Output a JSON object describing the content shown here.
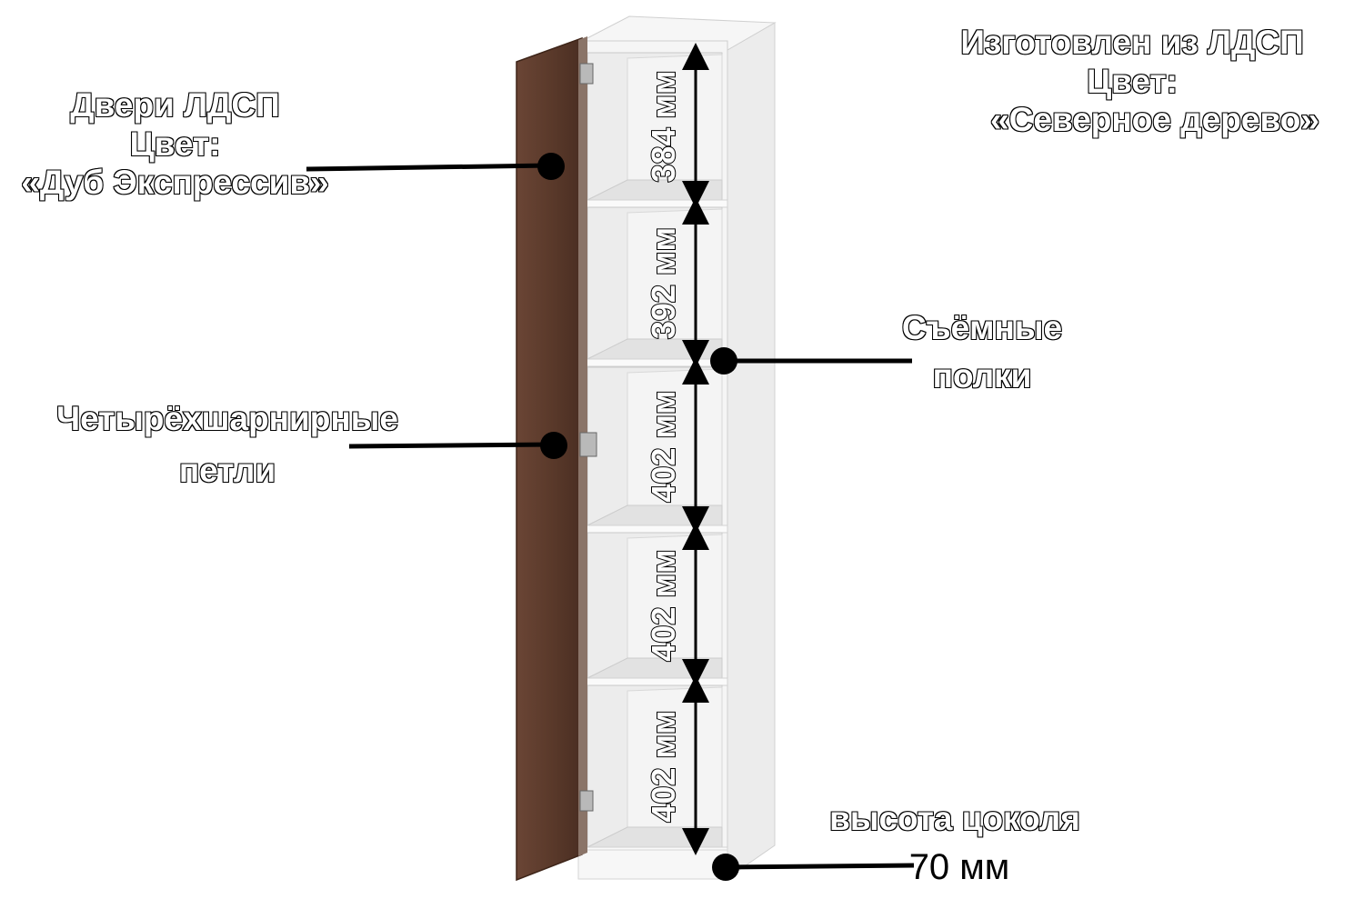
{
  "labels": {
    "doors": {
      "line1": "Двери ЛДСП",
      "line2": "Цвет:",
      "line3": "«Дуб Экспрессив»"
    },
    "material": {
      "line1": "Изготовлен из ЛДСП",
      "line2": "Цвет:",
      "line3": "«Северное дерево»"
    },
    "shelves": {
      "line1": "Съёмные",
      "line2": "полки"
    },
    "hinges": {
      "line1": "Четырёхшарнирные",
      "line2": "петли"
    },
    "plinth": {
      "line1": "высота цоколя",
      "line2": "70 мм"
    }
  },
  "dimensions": [
    "384 мм",
    "392 мм",
    "402 мм",
    "402 мм",
    "402 мм"
  ],
  "colors": {
    "door": "#5b3a2b",
    "carcass": "#f3f3f3",
    "carcass_side": "#e6e6e6",
    "interior": "#e9e9e9",
    "outline": "#000000"
  }
}
